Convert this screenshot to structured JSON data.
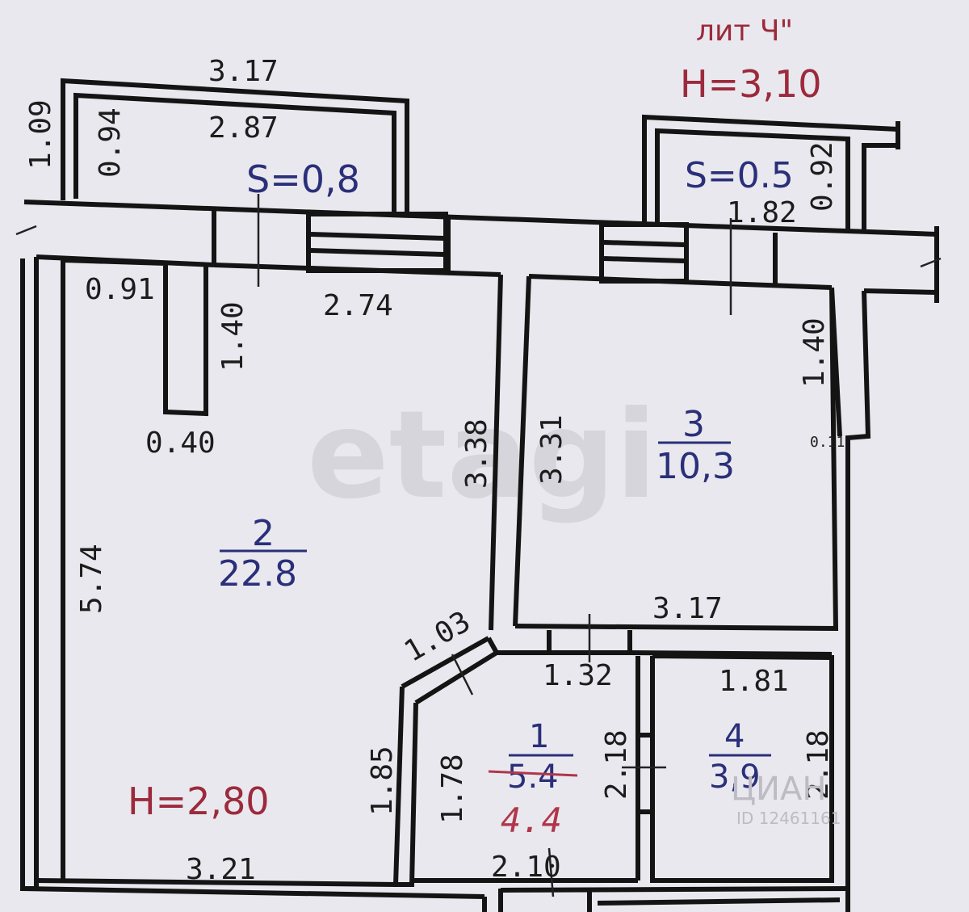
{
  "header": {
    "lit": "лит Ч\"",
    "height_top": "H=3,10"
  },
  "balconies": [
    {
      "area": "S=0,8",
      "outer_width": "3.17",
      "inner_width": "2.87",
      "outer_depth": "1.09",
      "inner_depth": "0.94"
    },
    {
      "area": "S=0.5",
      "width": "1.82",
      "depth": "0.92"
    }
  ],
  "rooms": [
    {
      "number": "2",
      "area": "22.8"
    },
    {
      "number": "3",
      "area": "10,3"
    },
    {
      "number": "1",
      "area": "5.4",
      "area_corrected": "4.4"
    },
    {
      "number": "4",
      "area": "3,9"
    }
  ],
  "dimensions": {
    "d_091": "0.91",
    "d_140_left": "1.40",
    "d_274": "2.74",
    "d_040": "0.40",
    "d_574": "5.74",
    "d_338": "3.38",
    "d_331": "3.31",
    "d_140_right": "1.40",
    "d_011": "0.11",
    "d_317_bottom": "3.17",
    "d_103": "1.03",
    "d_132": "1.32",
    "d_181": "1.81",
    "d_185": "1.85",
    "d_178": "1.78",
    "d_218_a": "2.18",
    "d_218_b": "2.18",
    "d_321": "3.21",
    "d_210": "2.10"
  },
  "height_bottom": "H=2,80",
  "watermarks": {
    "center": "etagi",
    "corner_brand": "ЦИАН",
    "corner_id": "ID 12461161"
  }
}
